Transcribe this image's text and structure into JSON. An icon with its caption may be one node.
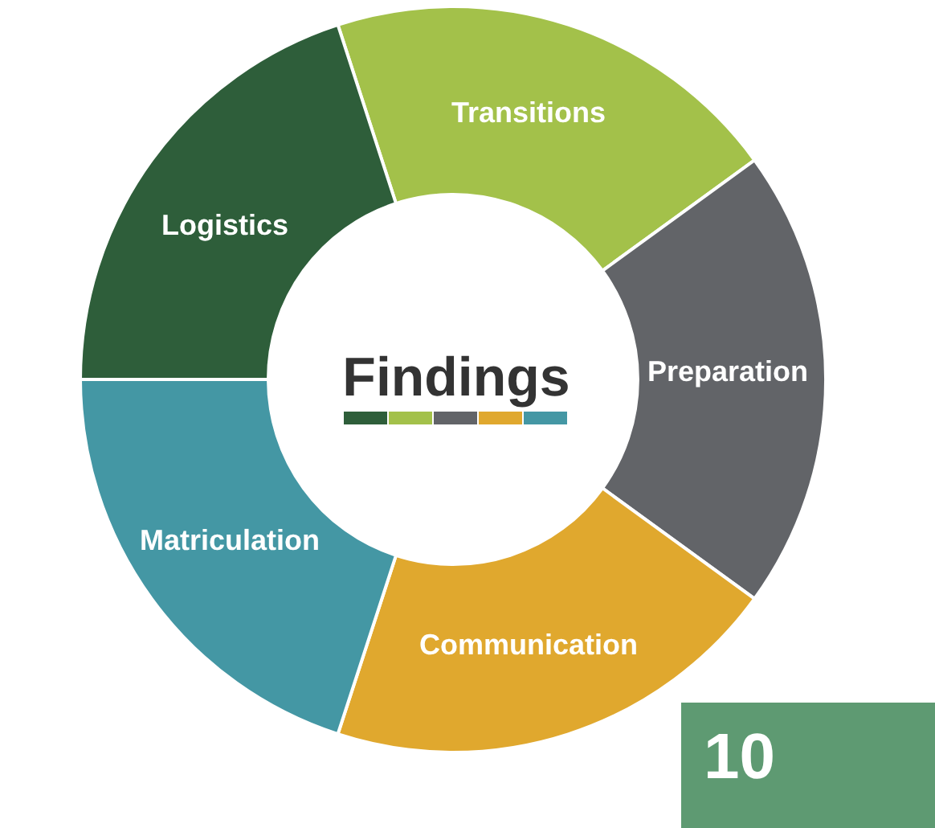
{
  "diagram": {
    "nodes": [
      {
        "text": [
          "Findings"
        ]
      },
      {
        "text": [
          "Transitions"
        ]
      },
      {
        "text": [
          "Preparation"
        ]
      },
      {
        "text": [
          "Communication"
        ]
      },
      {
        "text": [
          "Matriculation"
        ]
      },
      {
        "text": [
          "Logistics"
        ]
      }
    ],
    "labels": [
      "10"
    ]
  }
}
